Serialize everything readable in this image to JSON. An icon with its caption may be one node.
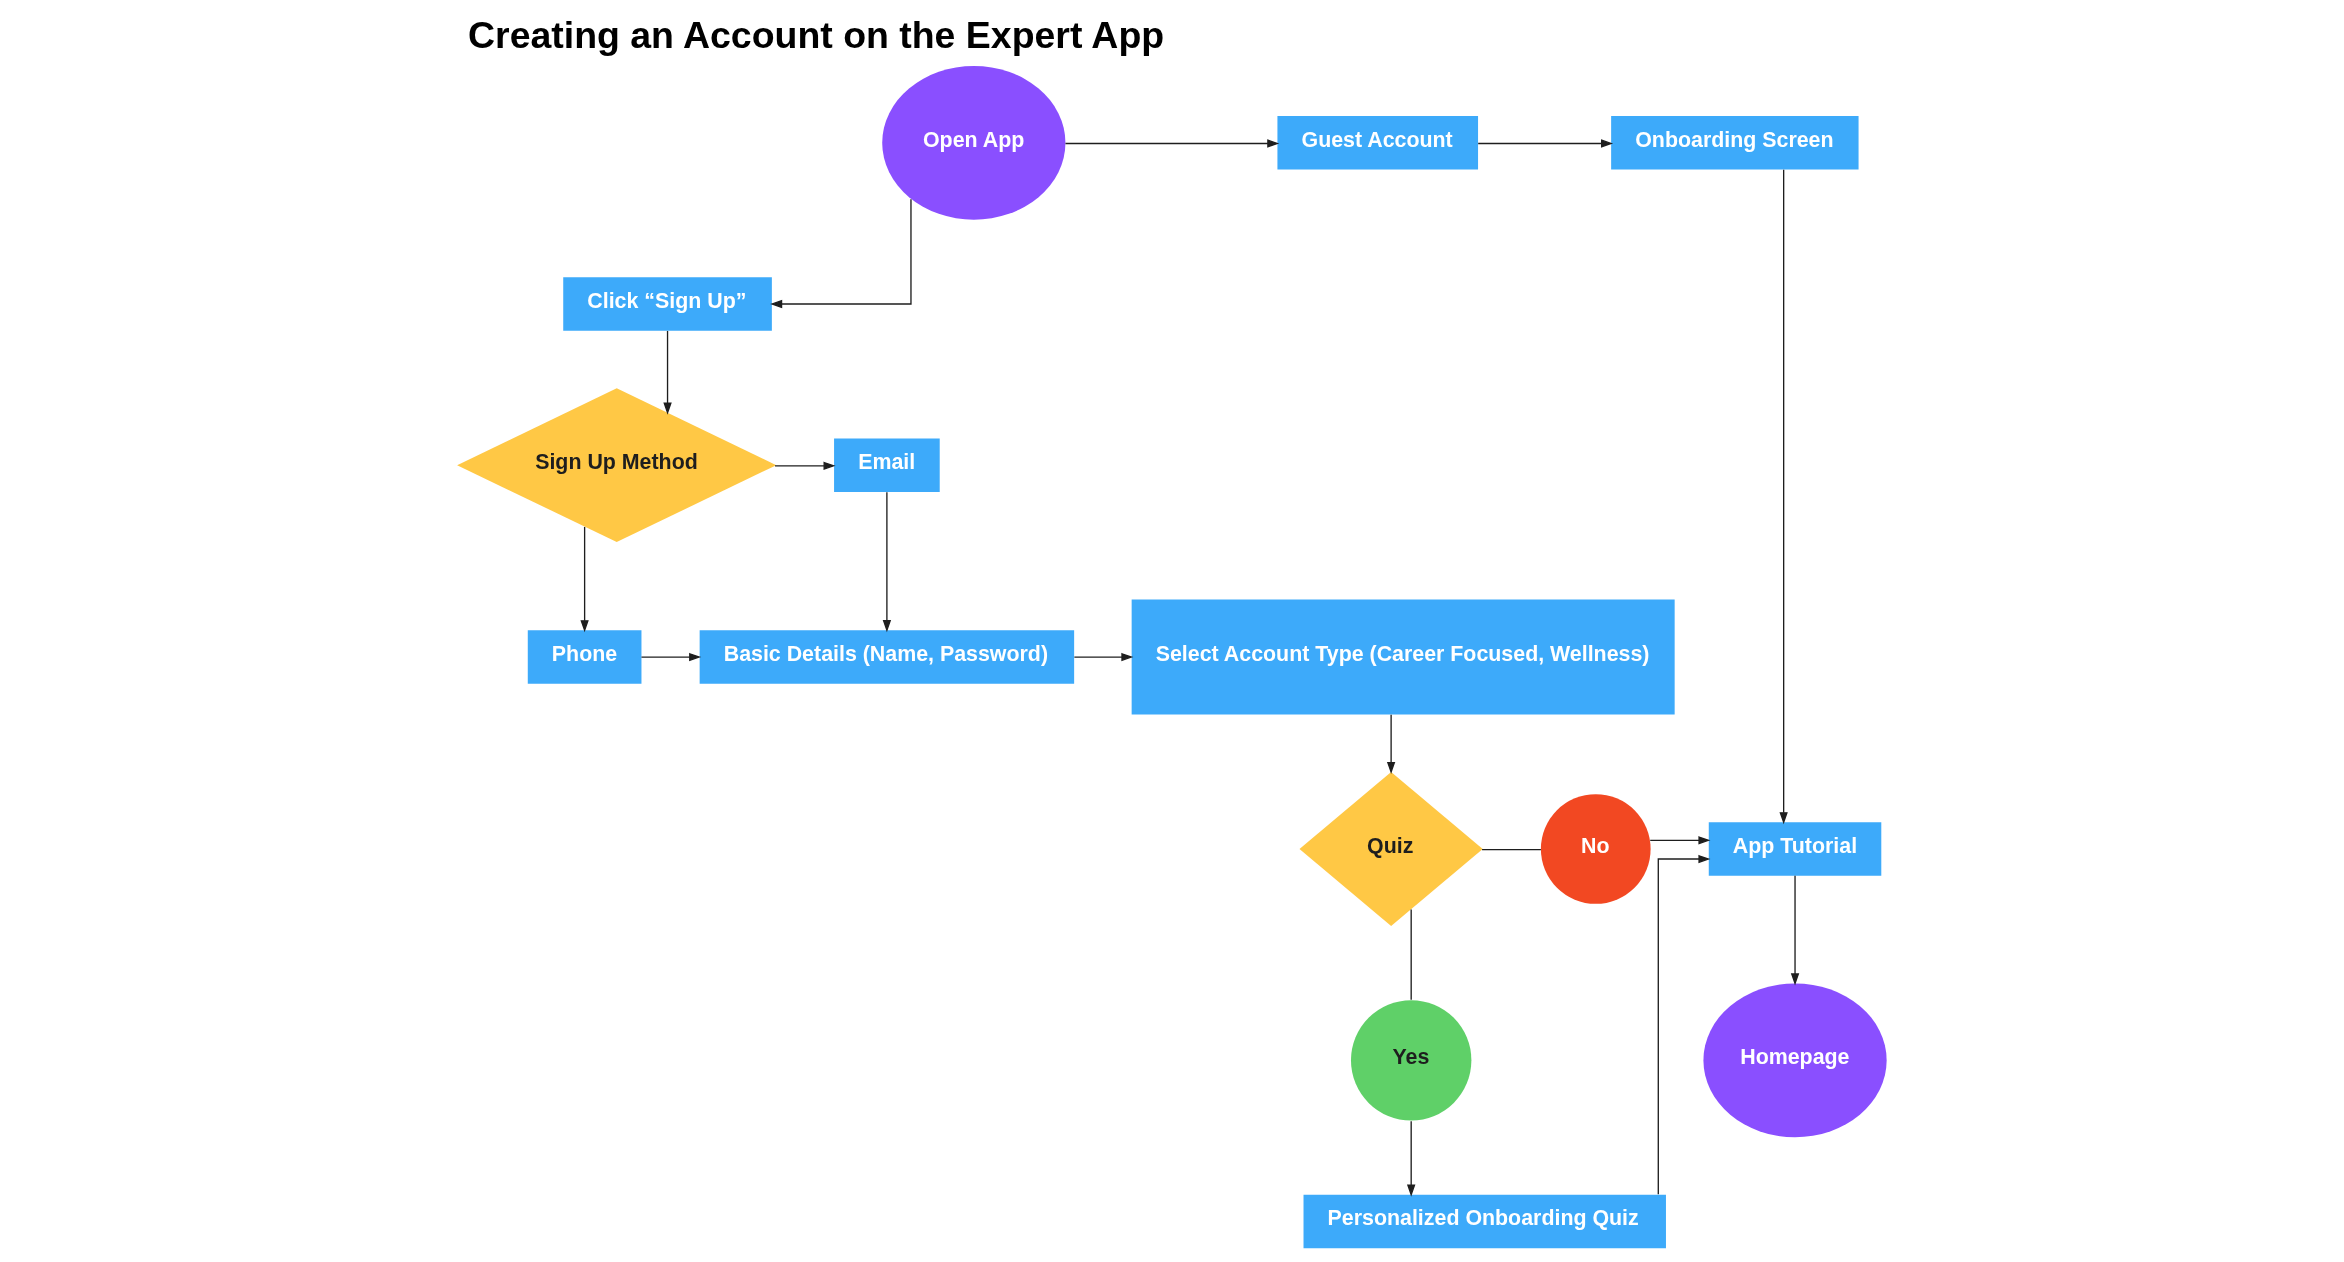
{
  "diagram": {
    "title": "Creating an Account on the Expert App",
    "nodes": [
      {
        "text": [
          "Open App"
        ]
      },
      {
        "text": [
          "Guest Account"
        ]
      },
      {
        "text": [
          "Onboarding Screen"
        ]
      },
      {
        "text": [
          "Click “Sign Up”"
        ]
      },
      {
        "text": [
          "Sign Up Method"
        ]
      },
      {
        "text": [
          "Email"
        ]
      },
      {
        "text": [
          "Phone"
        ]
      },
      {
        "text": [
          "Basic Details (Name, Password)"
        ]
      },
      {
        "text": [
          "Select Account Type (Career Focused, Wellness)"
        ]
      },
      {
        "text": [
          "Quiz"
        ]
      },
      {
        "text": [
          "Yes"
        ]
      },
      {
        "text": [
          "No"
        ]
      },
      {
        "text": [
          "Personalized Onboarding Quiz"
        ]
      },
      {
        "text": [
          "App Tutorial"
        ]
      },
      {
        "text": [
          "Homepage"
        ]
      }
    ],
    "edges": [
      {
        "from": 0,
        "to": 1,
        "arrow": "to"
      },
      {
        "from": 1,
        "to": 2,
        "arrow": "to"
      },
      {
        "from": 2,
        "to": 13,
        "arrow": "to"
      },
      {
        "from": 0,
        "to": 3,
        "arrow": "to"
      },
      {
        "from": 3,
        "to": 4,
        "arrow": "to"
      },
      {
        "from": 4,
        "to": 5,
        "arrow": "to"
      },
      {
        "from": 4,
        "to": 6,
        "arrow": "to"
      },
      {
        "from": 5,
        "to": 7,
        "arrow": "to"
      },
      {
        "from": 6,
        "to": 7,
        "arrow": "to"
      },
      {
        "from": 7,
        "to": 8,
        "arrow": "to"
      },
      {
        "from": 8,
        "to": 9,
        "arrow": "to"
      },
      {
        "from": 9,
        "to": 10,
        "arrow": "none"
      },
      {
        "from": 10,
        "to": 12,
        "arrow": "to"
      },
      {
        "from": 9,
        "to": 11,
        "arrow": "none"
      },
      {
        "from": 11,
        "to": 13,
        "arrow": "to"
      },
      {
        "from": 12,
        "to": 13,
        "arrow": "to"
      },
      {
        "from": 13,
        "to": 14,
        "arrow": "to"
      }
    ]
  }
}
